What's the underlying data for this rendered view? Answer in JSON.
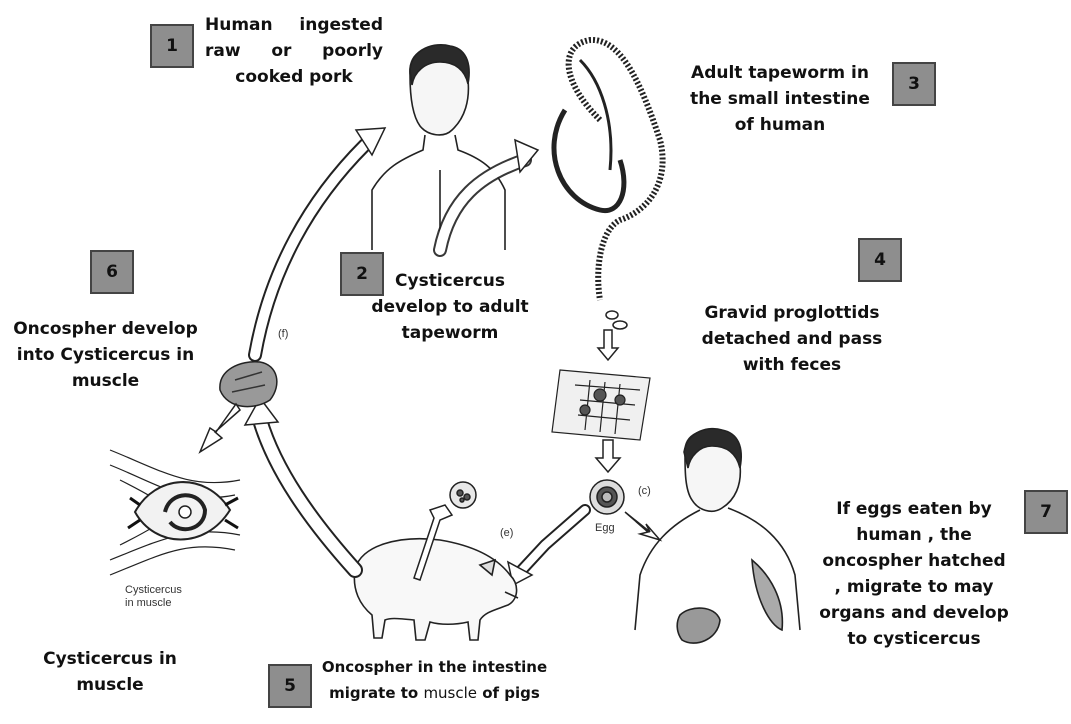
{
  "steps": [
    {
      "num": "1",
      "text": "Human ingested raw or poorly cooked pork"
    },
    {
      "num": "2",
      "text": "Cysticercus develop to adult tapeworm"
    },
    {
      "num": "3",
      "text": "Adult tapeworm in the small intestine of human"
    },
    {
      "num": "4",
      "text": "Gravid proglottids detached and pass with feces"
    },
    {
      "num": "5",
      "text_a": "Oncospher in the intestine",
      "text_b": "migrate to",
      "text_c": "muscle",
      "text_d": "of pigs"
    },
    {
      "num": "6",
      "text": "Oncospher develop into Cysticercus in muscle"
    },
    {
      "num": "7",
      "text": "If eggs eaten by human , the oncospher hatched , migrate to may organs and develop to cysticercus"
    }
  ],
  "bottom_left_caption": "Cysticercus in muscle",
  "figure_labels": {
    "egg": "Egg",
    "c": "(c)",
    "e": "(e)",
    "f": "(f)",
    "cysticercus_line1": "Cysticercus",
    "cysticercus_line2": "in muscle"
  }
}
